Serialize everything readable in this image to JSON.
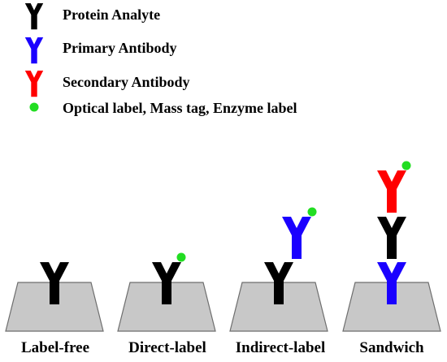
{
  "colors": {
    "protein": "#000000",
    "primary": "#1a00ff",
    "secondary": "#ff0000",
    "label": "#22dd22",
    "substrate_fill": "#c8c8c8",
    "substrate_stroke": "#6e6e6e"
  },
  "legend": [
    {
      "text": "Protein Analyte",
      "color_key": "protein",
      "icon": "y-antibody-icon"
    },
    {
      "text": "Primary Antibody",
      "color_key": "primary",
      "icon": "y-antibody-icon"
    },
    {
      "text": "Secondary Antibody",
      "color_key": "secondary",
      "icon": "y-antibody-icon"
    },
    {
      "text": "Optical label, Mass tag, Enzyme label",
      "color_key": "label",
      "icon": "dot-icon"
    }
  ],
  "panels": [
    {
      "caption": "Label-free",
      "stack": [
        "protein"
      ],
      "label_dot": false
    },
    {
      "caption": "Direct-label",
      "stack": [
        "protein"
      ],
      "label_dot": true
    },
    {
      "caption": "Indirect-label",
      "stack": [
        "protein",
        "primary"
      ],
      "label_dot": true
    },
    {
      "caption": "Sandwich",
      "stack": [
        "primary",
        "protein",
        "secondary"
      ],
      "label_dot": true
    }
  ]
}
